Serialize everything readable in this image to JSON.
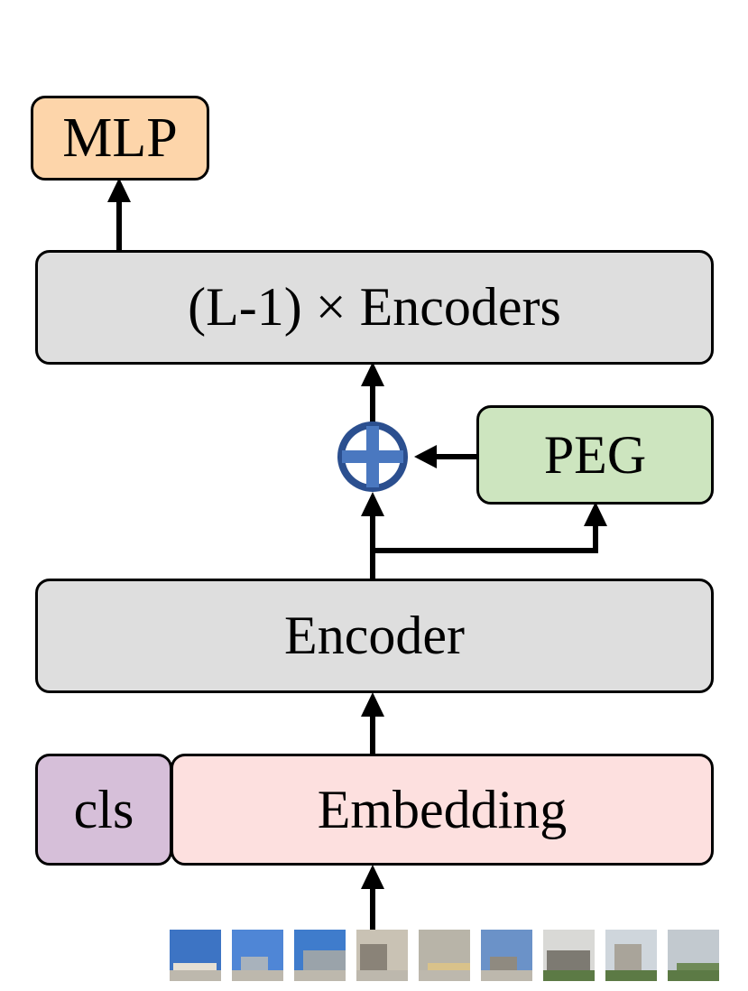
{
  "boxes": {
    "mlp": "MLP",
    "encoders": "(L-1) × Encoders",
    "peg": "PEG",
    "encoder": "Encoder",
    "cls": "cls",
    "embedding": "Embedding"
  },
  "colors": {
    "mlp": "#fdd5aa",
    "encoder_gray": "#dedede",
    "peg": "#cde5bf",
    "cls": "#d6bfd9",
    "embedding": "#fde0df",
    "plus_circle_fill": "#4a78c0",
    "plus_circle_border": "#2b4f8f"
  },
  "input_patches": [
    {
      "subject": "palace-dome",
      "sky": "#3d74c4",
      "building": "#e6e0d4"
    },
    {
      "subject": "tower-sky",
      "sky": "#4f86d6",
      "building": "#a8b2bc"
    },
    {
      "subject": "tower-sky",
      "sky": "#3f7ccc",
      "building": "#9aa3aa"
    },
    {
      "subject": "facade",
      "sky": "#c9c2b4",
      "building": "#8a8378"
    },
    {
      "subject": "yellow-facade",
      "sky": "#b8b4a8",
      "building": "#d9c28a"
    },
    {
      "subject": "tower-facade",
      "sky": "#6b92c8",
      "building": "#8f8a80"
    },
    {
      "subject": "facade-street",
      "sky": "#d9d9d6",
      "building": "#7d7a72"
    },
    {
      "subject": "facade-trees",
      "sky": "#cfd6dc",
      "building": "#a9a49a"
    },
    {
      "subject": "street-trees",
      "sky": "#c2c9cf",
      "building": "#6f8a57"
    }
  ]
}
